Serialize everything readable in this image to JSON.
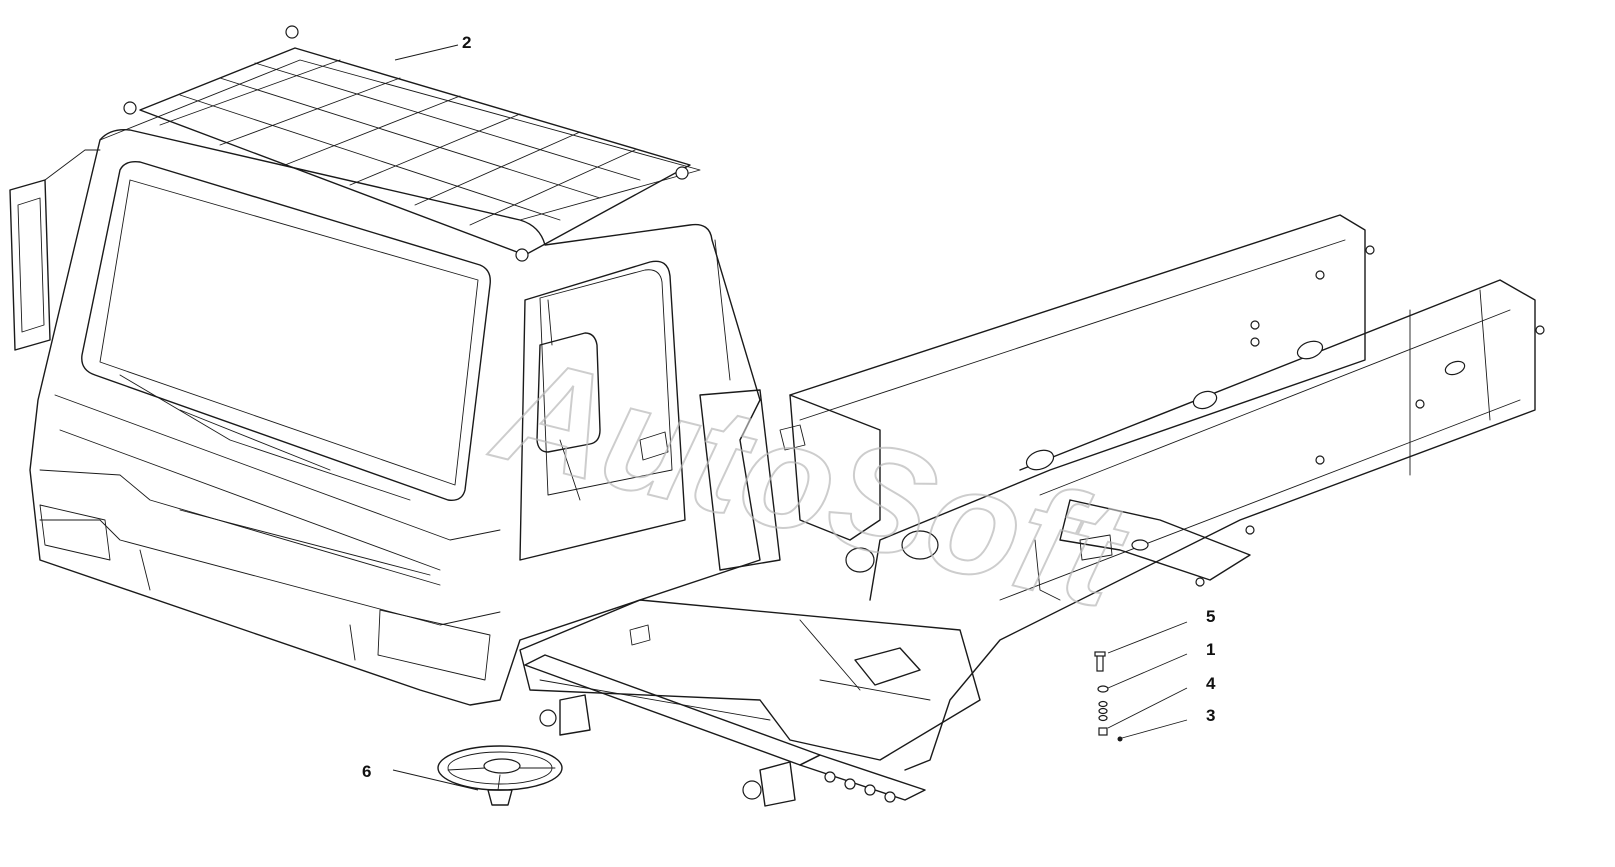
{
  "watermark": "AutoSoft",
  "callouts": [
    {
      "id": "2",
      "label": "2"
    },
    {
      "id": "5",
      "label": "5"
    },
    {
      "id": "1",
      "label": "1"
    },
    {
      "id": "4",
      "label": "4"
    },
    {
      "id": "3",
      "label": "3"
    },
    {
      "id": "6",
      "label": "6"
    }
  ],
  "colors": {
    "line": "#1a1a1a",
    "watermark": "#b9b9b9",
    "background": "#ffffff"
  }
}
